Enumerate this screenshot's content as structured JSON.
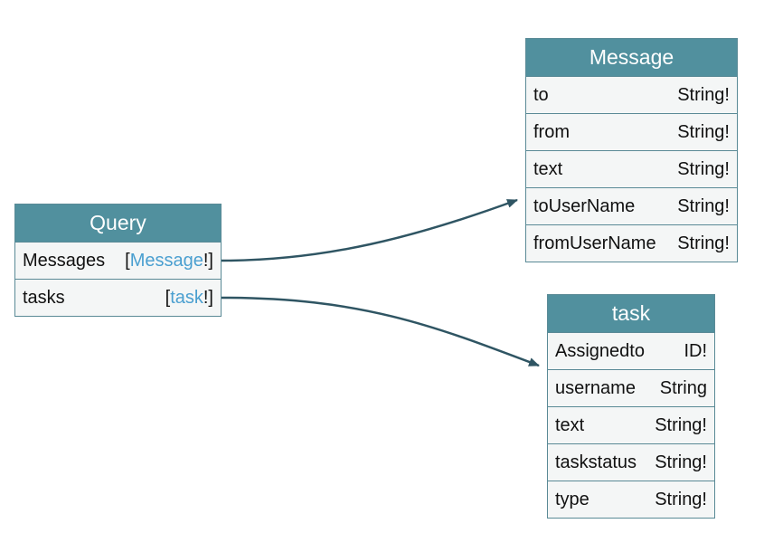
{
  "nodes": {
    "query": {
      "title": "Query",
      "fields": [
        {
          "name": "Messages",
          "type_prefix": "[",
          "type_link": "Message",
          "type_suffix": "!]"
        },
        {
          "name": "tasks",
          "type_prefix": "[",
          "type_link": "task",
          "type_suffix": "!]"
        }
      ]
    },
    "message": {
      "title": "Message",
      "fields": [
        {
          "name": "to",
          "type": "String!"
        },
        {
          "name": "from",
          "type": "String!"
        },
        {
          "name": "text",
          "type": "String!"
        },
        {
          "name": "toUserName",
          "type": "String!"
        },
        {
          "name": "fromUserName",
          "type": "String!"
        }
      ]
    },
    "task": {
      "title": "task",
      "fields": [
        {
          "name": "Assignedto",
          "type": "ID!"
        },
        {
          "name": "username",
          "type": "String"
        },
        {
          "name": "text",
          "type": "String!"
        },
        {
          "name": "taskstatus",
          "type": "String!"
        },
        {
          "name": "type",
          "type": "String!"
        }
      ]
    }
  },
  "edges": [
    {
      "from": "Query.Messages",
      "to": "Message"
    },
    {
      "from": "Query.tasks",
      "to": "task"
    }
  ],
  "colors": {
    "header": "#51909e",
    "border": "#5a8a96",
    "body": "#f4f6f6",
    "link": "#4a9fd0",
    "edge": "#2f5563"
  }
}
